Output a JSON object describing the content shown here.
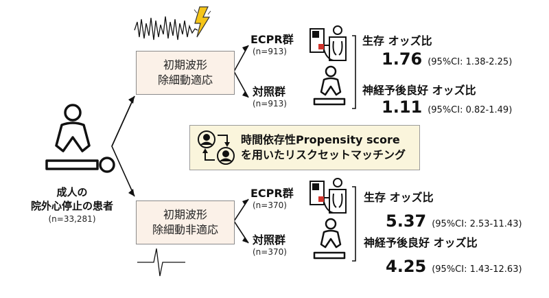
{
  "patient": {
    "label_line1": "成人の",
    "label_line2": "院外心停止の患者",
    "n": "(n=33,281)"
  },
  "upper_box": {
    "line1": "初期波形",
    "line2": "除細動適応"
  },
  "lower_box": {
    "line1": "初期波形",
    "line2": "除細動非適応"
  },
  "method": {
    "line1": "時間依存性Propensity score",
    "line2": "を用いたリスクセットマッチング"
  },
  "upper": {
    "ecpr_label": "ECPR群",
    "ecpr_n": "(n=913)",
    "control_label": "対照群",
    "control_n": "(n=913)",
    "survival_label": "生存 オッズ比",
    "survival_or": "1.76",
    "survival_ci": "(95%CI: 1.38-2.25)",
    "neuro_label": "神経予後良好 オッズ比",
    "neuro_or": "1.11",
    "neuro_ci": "(95%CI: 0.82-1.49)"
  },
  "lower": {
    "ecpr_label": "ECPR群",
    "ecpr_n": "(n=370)",
    "control_label": "対照群",
    "control_n": "(n=370)",
    "survival_label": "生存 オッズ比",
    "survival_or": "5.37",
    "survival_ci": "(95%CI: 2.53-11.43)",
    "neuro_label": "神経予後良好 オッズ比",
    "neuro_or": "4.25",
    "neuro_ci": "(95%CI: 1.43-12.63)"
  },
  "colors": {
    "box_fill": "#fbf1e8",
    "method_fill": "#faf5dc",
    "lightning": "#f5c518",
    "line": "#111111"
  }
}
